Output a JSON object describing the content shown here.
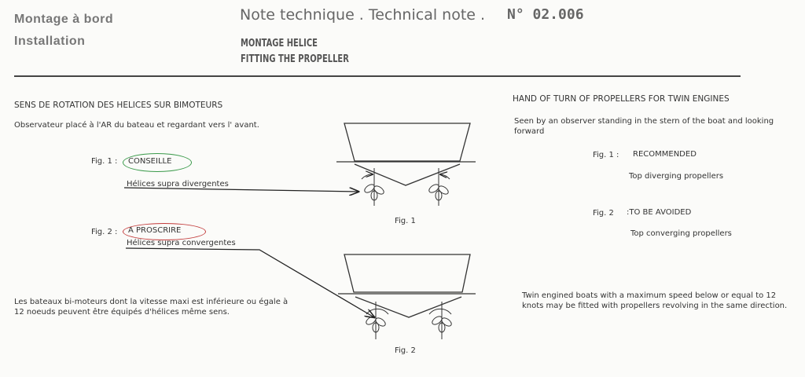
{
  "header": {
    "left_line1": "Montage à bord",
    "left_line2": "Installation",
    "note": "Note technique . Technical note .",
    "number": "N° 02.006",
    "sub1": "MONTAGE HELICE",
    "sub2": "FITTING THE PROPELLER"
  },
  "french": {
    "heading": "SENS DE ROTATION DES HELICES SUR BIMOTEURS",
    "observer": "Observateur placé à l'AR du bateau et regardant vers l' avant.",
    "fig1_prefix": "Fig. 1 :",
    "fig1_label": "CONSEILLE",
    "fig1_desc": "Hélices supra divergentes",
    "fig2_prefix": "Fig. 2 :",
    "fig2_label": "A PROSCRIRE",
    "fig2_desc": "Hélices supra convergentes",
    "footnote": "Les bateaux bi-moteurs dont la vitesse maxi est inférieure ou égale à 12 noeuds peuvent être équipés d'hélices même sens."
  },
  "english": {
    "heading": "HAND OF TURN OF PROPELLERS FOR TWIN ENGINES",
    "observer": "Seen by an observer standing in the stern of the boat and looking forward",
    "fig1_prefix": "Fig. 1 :",
    "fig1_label": "RECOMMENDED",
    "fig1_desc": "Top diverging propellers",
    "fig2_prefix": "Fig. 2",
    "fig2_label": ":TO BE AVOIDED",
    "fig2_desc": "Top converging propellers",
    "footnote": "Twin engined boats with a maximum speed below or equal to 12 knots may be fitted with propellers revolving in the same direction."
  },
  "figures": {
    "fig1_caption": "Fig. 1",
    "fig2_caption": "Fig. 2"
  },
  "colors": {
    "recommended_oval": "#3a9a4a",
    "avoid_oval": "#c23a3a"
  }
}
